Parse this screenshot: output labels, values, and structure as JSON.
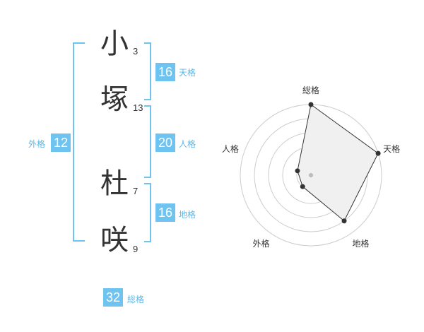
{
  "name": {
    "chars": [
      {
        "char": "小",
        "strokes": "3"
      },
      {
        "char": "塚",
        "strokes": "13"
      },
      {
        "char": "杜",
        "strokes": "7"
      },
      {
        "char": "咲",
        "strokes": "9"
      }
    ]
  },
  "scores": {
    "tenkaku": {
      "value": "16",
      "label": "天格"
    },
    "jinkaku": {
      "value": "20",
      "label": "人格"
    },
    "chikaku": {
      "value": "16",
      "label": "地格"
    },
    "gaikaku": {
      "value": "12",
      "label": "外格"
    },
    "soukaku": {
      "value": "32",
      "label": "総格"
    }
  },
  "chart_data": {
    "type": "radar",
    "axes": [
      "総格",
      "天格",
      "地格",
      "外格",
      "人格"
    ],
    "values": [
      5,
      5,
      4,
      1,
      1
    ],
    "rmax": 5,
    "rings": 5,
    "fill_color": "#f0f0f0",
    "line_color": "#333333",
    "grid_color": "#cccccc"
  }
}
